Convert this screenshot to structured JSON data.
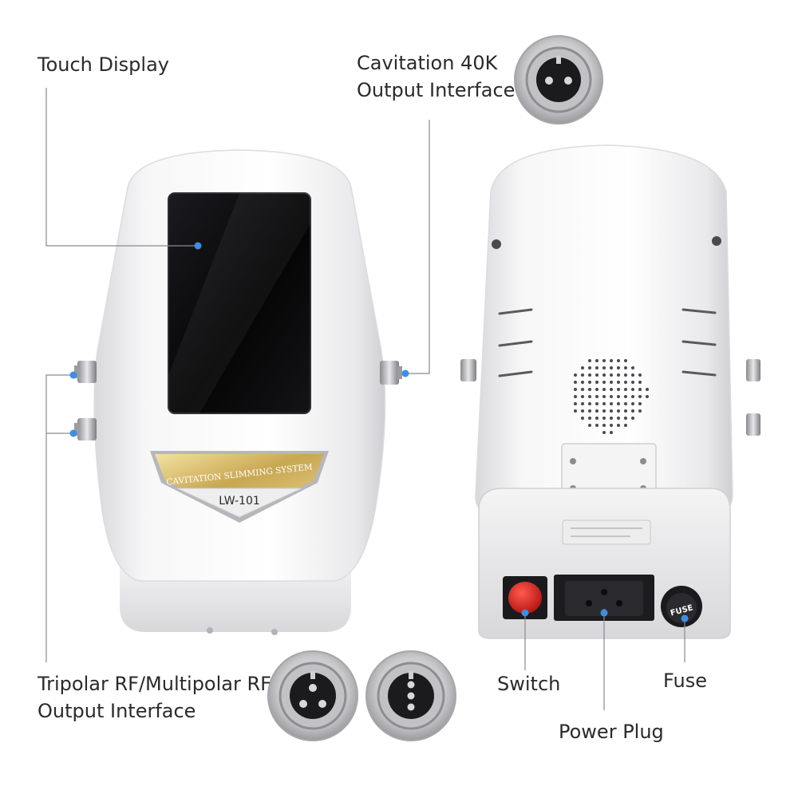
{
  "labels": {
    "touch_display": "Touch Display",
    "cavitation_line1": "Cavitation 40K",
    "cavitation_line2": "Output Interface",
    "rf_line1": "Tripolar RF/Multipolar RF",
    "rf_line2": "Output Interface",
    "switch": "Switch",
    "fuse": "Fuse",
    "power_plug": "Power Plug"
  },
  "badge": {
    "system_name": "CAVITATION SLIMMING SYSTEM",
    "model": "LW-101"
  },
  "fuse_cap_text": "FUSE",
  "colors": {
    "callout_dot": "#3d8ee0",
    "device_body": "#f2f2f3",
    "screen": "#0b0b0d",
    "badge_gold": "#c9a752",
    "switch_red": "#d11f1f"
  }
}
